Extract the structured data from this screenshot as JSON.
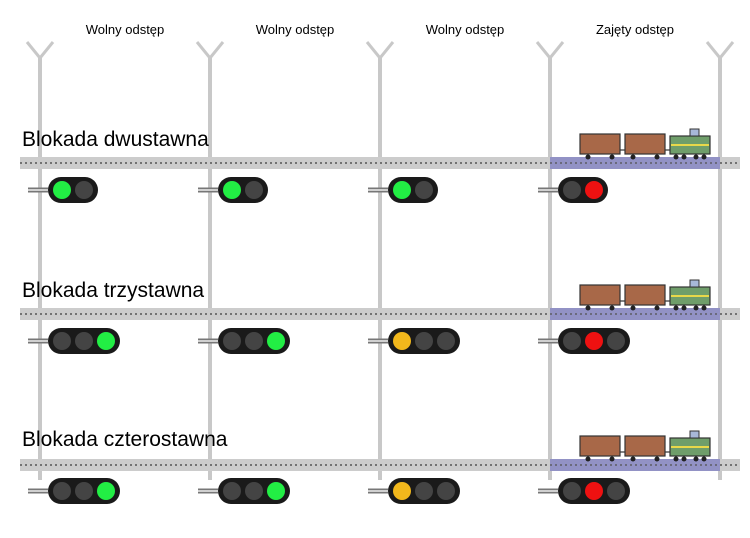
{
  "sections": [
    {
      "label": "Wolny odstęp",
      "occupied": false
    },
    {
      "label": "Wolny odstęp",
      "occupied": false
    },
    {
      "label": "Wolny odstęp",
      "occupied": false
    },
    {
      "label": "Zajęty odstęp",
      "occupied": true
    }
  ],
  "rows": [
    {
      "label": "Blokada dwustawna",
      "signals": [
        [
          "green",
          "off"
        ],
        [
          "green",
          "off"
        ],
        [
          "green",
          "off"
        ],
        [
          "off",
          "red"
        ]
      ]
    },
    {
      "label": "Blokada trzystawna",
      "signals": [
        [
          "off",
          "off",
          "green"
        ],
        [
          "off",
          "off",
          "green"
        ],
        [
          "yellow",
          "off",
          "off"
        ],
        [
          "off",
          "red",
          "off"
        ]
      ]
    },
    {
      "label": "Blokada czterostawna",
      "signals": [
        [
          "off",
          "off",
          "green"
        ],
        [
          "off",
          "off",
          "green"
        ],
        [
          "yellow",
          "off",
          "off"
        ],
        [
          "off",
          "red",
          "off"
        ]
      ]
    }
  ],
  "colors": {
    "green": "#22ee44",
    "yellow": "#f2b81c",
    "red": "#ee1111",
    "off": "#444444",
    "signal_body": "#1a1a1a",
    "track": "#cccccc",
    "occupied_track": "#8c8cc4",
    "pole": "#c8c8c8",
    "wagon": "#a86848",
    "locomotive_body": "#6f9e6a",
    "locomotive_stripe": "#e8d84a"
  }
}
